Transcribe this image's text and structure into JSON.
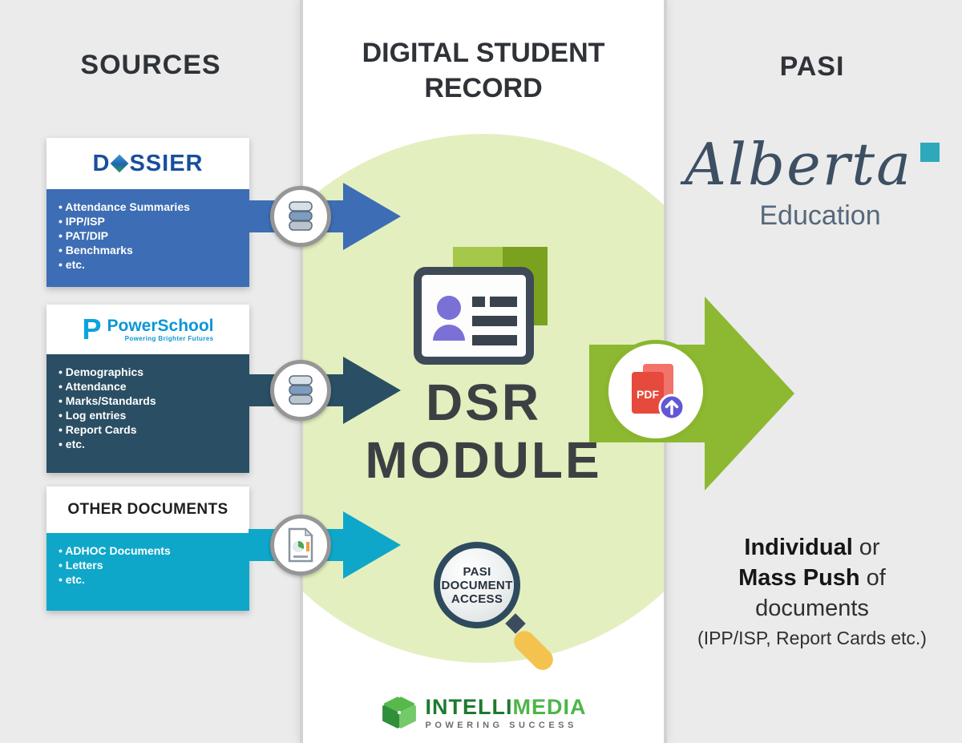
{
  "titles": {
    "sources": "SOURCES",
    "dsr_line1": "DIGITAL STUDENT",
    "dsr_line2": "RECORD",
    "pasi": "PASI"
  },
  "sources": {
    "dossier": {
      "logo_prefix": "D",
      "logo_suffix": "SSIER",
      "items": [
        "Attendance Summaries",
        "IPP/ISP",
        "PAT/DIP",
        "Benchmarks",
        "etc."
      ]
    },
    "powerschool": {
      "mark": "P",
      "name": "PowerSchool",
      "tagline": "Powering Brighter Futures",
      "items": [
        "Demographics",
        "Attendance",
        "Marks/Standards",
        "Log entries",
        "Report Cards",
        "etc."
      ]
    },
    "other": {
      "title": "OTHER DOCUMENTS",
      "items": [
        "ADHOC Documents",
        "Letters",
        "etc."
      ]
    }
  },
  "center": {
    "dsr_line1": "DSR",
    "dsr_line2": "MODULE",
    "magnifier": [
      "PASI",
      "DOCUMENT",
      "ACCESS"
    ],
    "brand": {
      "intelli": "INTELLI",
      "media": "MEDIA",
      "tagline": "POWERING SUCCESS"
    }
  },
  "pasi": {
    "alberta": "Alberta",
    "education": "Education",
    "pdf_label": "PDF",
    "push": {
      "line1_bold": "Individual",
      "line1_rest": " or",
      "line2_bold": "Mass Push",
      "line2_rest": " of",
      "line3": "documents",
      "line4": "(IPP/ISP, Report Cards etc.)"
    }
  },
  "colors": {
    "dossier_blue": "#3d6db4",
    "powerschool_teal": "#2a4e63",
    "other_cyan": "#0fa7c9",
    "dsr_circle_green": "#e3efbf",
    "push_arrow_green": "#8cb832",
    "alberta_teal": "#2fa8bc",
    "pdf_red": "#e64a3c",
    "upload_purple": "#6257d6",
    "intellimedia_green": "#4cb648"
  }
}
